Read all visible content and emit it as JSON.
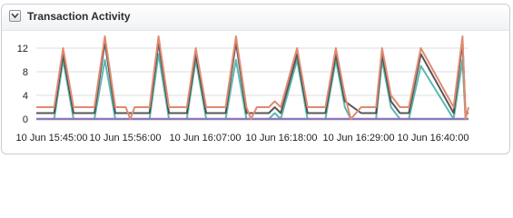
{
  "panel": {
    "title": "Transaction Activity",
    "toggle_icon": "chevron-down-icon"
  },
  "chart_data": {
    "type": "line",
    "title": "Transaction Activity",
    "xlabel": "",
    "ylabel": "",
    "grid": true,
    "legend": "none",
    "ylim": [
      0,
      14
    ],
    "y_ticks": [
      "0",
      "4",
      "8",
      "12"
    ],
    "x_tick_labels": [
      "10 Jun 15:45:00",
      "10 Jun 15:56:00",
      "10 Jun 16:07:00",
      "10 Jun 16:18:00",
      "10 Jun 16:29:00",
      "10 Jun 16:40:00"
    ],
    "x_start": "10 Jun 15:45:00",
    "x_end": "10 Jun 16:41:15",
    "series": [
      {
        "color": "#e08a70",
        "points": [
          [
            "15:45:00",
            2
          ],
          [
            "15:48:00",
            2
          ],
          [
            "15:49:30",
            12
          ],
          [
            "15:51:15",
            2
          ],
          [
            "15:54:45",
            2
          ],
          [
            "15:56:30",
            14
          ],
          [
            "15:58:15",
            2
          ],
          [
            "16:00:00",
            2
          ],
          [
            "16:00:45",
            0
          ],
          [
            "16:01:30",
            2
          ],
          [
            "16:04:00",
            2
          ],
          [
            "16:05:30",
            14
          ],
          [
            "16:07:15",
            2
          ],
          [
            "16:10:15",
            2
          ],
          [
            "16:11:45",
            12
          ],
          [
            "16:13:30",
            2
          ],
          [
            "16:16:45",
            2
          ],
          [
            "16:18:30",
            14
          ],
          [
            "16:20:15",
            2
          ],
          [
            "16:21:00",
            0
          ],
          [
            "16:22:00",
            2
          ],
          [
            "16:24:00",
            2
          ],
          [
            "16:25:00",
            3
          ],
          [
            "16:26:00",
            2
          ],
          [
            "16:28:45",
            12
          ],
          [
            "16:30:30",
            2
          ],
          [
            "16:33:30",
            2
          ],
          [
            "16:35:15",
            12
          ],
          [
            "16:36:45",
            4
          ],
          [
            "16:37:45",
            0
          ],
          [
            "16:39:30",
            2
          ],
          [
            "16:40:15",
            2
          ],
          [
            "16:42:00",
            2
          ],
          [
            "16:43:00",
            12
          ],
          [
            "16:44:30",
            4
          ],
          [
            "16:46:00",
            2
          ],
          [
            "16:47:30",
            2
          ],
          [
            "16:49:30",
            12
          ],
          [
            "16:55:00",
            2
          ],
          [
            "16:56:30",
            14
          ],
          [
            "16:57:00",
            0
          ],
          [
            "16:57:30",
            2
          ]
        ]
      },
      {
        "color": "#3a3a3a",
        "points": [
          [
            "15:45:00",
            1
          ],
          [
            "15:48:00",
            1
          ],
          [
            "15:49:30",
            11
          ],
          [
            "15:51:15",
            1
          ],
          [
            "15:54:45",
            1
          ],
          [
            "15:56:30",
            13
          ],
          [
            "15:58:15",
            1
          ],
          [
            "16:00:00",
            1
          ],
          [
            "16:04:00",
            1
          ],
          [
            "16:05:30",
            13
          ],
          [
            "16:07:15",
            1
          ],
          [
            "16:10:15",
            1
          ],
          [
            "16:11:45",
            11
          ],
          [
            "16:13:30",
            1
          ],
          [
            "16:16:45",
            1
          ],
          [
            "16:18:30",
            13
          ],
          [
            "16:20:15",
            1
          ],
          [
            "16:24:00",
            1
          ],
          [
            "16:25:00",
            2
          ],
          [
            "16:26:00",
            1
          ],
          [
            "16:28:45",
            11
          ],
          [
            "16:30:30",
            1
          ],
          [
            "16:33:30",
            1
          ],
          [
            "16:35:15",
            11
          ],
          [
            "16:36:45",
            3
          ],
          [
            "16:39:30",
            1
          ],
          [
            "16:42:00",
            1
          ],
          [
            "16:43:00",
            11
          ],
          [
            "16:44:30",
            3
          ],
          [
            "16:46:00",
            1
          ],
          [
            "16:47:30",
            1
          ],
          [
            "16:49:30",
            11
          ],
          [
            "16:55:00",
            1
          ],
          [
            "16:56:30",
            13
          ],
          [
            "16:57:00",
            1
          ],
          [
            "16:57:30",
            1
          ]
        ]
      },
      {
        "color": "#5cb8b2",
        "points": [
          [
            "15:45:00",
            0
          ],
          [
            "15:48:00",
            0
          ],
          [
            "15:49:30",
            10
          ],
          [
            "15:51:15",
            0
          ],
          [
            "15:54:45",
            0
          ],
          [
            "15:56:30",
            10
          ],
          [
            "15:58:15",
            0
          ],
          [
            "16:04:00",
            0
          ],
          [
            "16:05:30",
            11
          ],
          [
            "16:07:15",
            0
          ],
          [
            "16:10:15",
            0
          ],
          [
            "16:11:45",
            10
          ],
          [
            "16:13:30",
            0
          ],
          [
            "16:16:45",
            0
          ],
          [
            "16:18:30",
            10
          ],
          [
            "16:20:15",
            0
          ],
          [
            "16:24:00",
            0
          ],
          [
            "16:25:00",
            1
          ],
          [
            "16:26:00",
            0
          ],
          [
            "16:28:45",
            10
          ],
          [
            "16:30:30",
            0
          ],
          [
            "16:33:30",
            0
          ],
          [
            "16:35:15",
            10
          ],
          [
            "16:36:45",
            2
          ],
          [
            "16:37:45",
            0
          ],
          [
            "16:42:00",
            0
          ],
          [
            "16:43:00",
            10
          ],
          [
            "16:44:30",
            2
          ],
          [
            "16:46:00",
            0
          ],
          [
            "16:47:30",
            0
          ],
          [
            "16:49:30",
            9
          ],
          [
            "16:55:00",
            0
          ],
          [
            "16:56:30",
            10
          ],
          [
            "16:57:00",
            0
          ],
          [
            "16:57:30",
            0
          ]
        ]
      },
      {
        "color": "#8a7ab8",
        "points": [
          [
            "15:45:00",
            0
          ],
          [
            "16:57:30",
            0
          ]
        ]
      }
    ]
  }
}
